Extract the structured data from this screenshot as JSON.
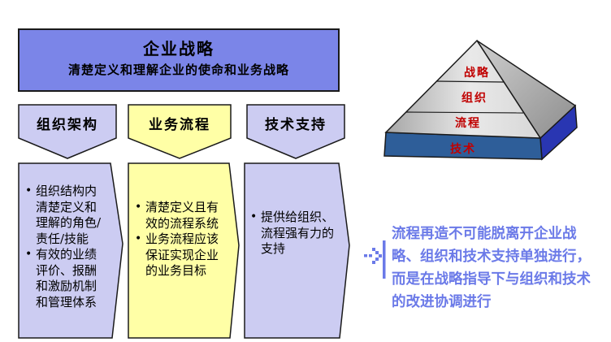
{
  "diagram": {
    "strategy_box": {
      "title": "企业战略",
      "subtitle": "清楚定义和理解企业的使命和业务战略"
    },
    "columns": [
      {
        "header": "组织架构",
        "bullets": [
          "组织结构内清楚定义和理解的角色/责任/技能",
          "有效的业绩评价、报酬和激励机制和管理体系"
        ]
      },
      {
        "header": "业务流程",
        "bullets": [
          "清楚定义且有效的流程系统",
          "业务流程应该保证实现企业的业务目标"
        ]
      },
      {
        "header": "技术支持",
        "bullets": [
          "提供给组织、流程强有力的支持"
        ]
      }
    ],
    "pyramid": {
      "layers": [
        "战略",
        "组织",
        "流程",
        "技术"
      ]
    },
    "note": {
      "text": "流程再造不可能脱离开企业战略、组织和技术支持单独进行，而是在战略指导下与组织和技术的改进协调进行"
    },
    "colors": {
      "strategy_box_fill": "#7B85E8",
      "lavender_fill": "#CCCCF2",
      "yellow_fill": "#FFFFA6",
      "outline": "#1A1A1A",
      "pyramid_label_text": "#C00000",
      "pyramid_base_front": "#2E5E99",
      "pyramid_base_side": "#2936B2",
      "note_text": "#6B7AE8"
    }
  }
}
